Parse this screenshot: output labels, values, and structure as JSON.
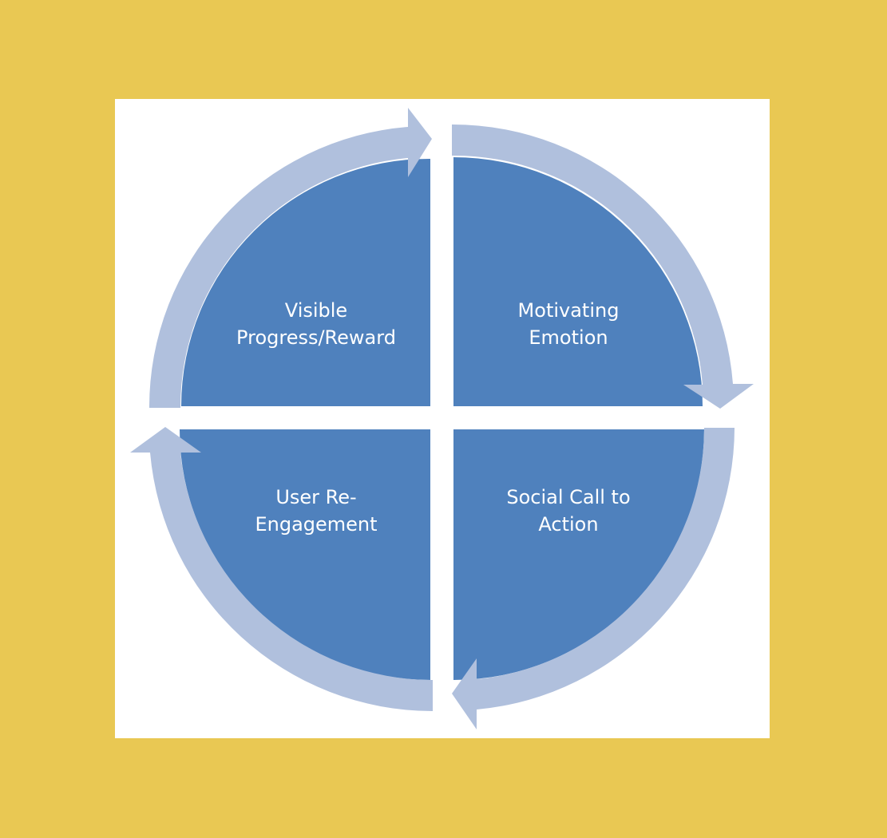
{
  "diagram": {
    "background_color": "#E9C853",
    "card_color": "#FFFFFF",
    "quadrant_color": "#4F81BD",
    "arrow_color": "#B0C0DD",
    "quadrants": [
      {
        "id": "top-left",
        "lines": [
          "Visible",
          "Progress/Reward"
        ]
      },
      {
        "id": "top-right",
        "lines": [
          "Motivating",
          "Emotion"
        ]
      },
      {
        "id": "bottom-right",
        "lines": [
          "Social Call to",
          "Action"
        ]
      },
      {
        "id": "bottom-left",
        "lines": [
          "User Re-",
          "Engagement"
        ]
      }
    ]
  }
}
